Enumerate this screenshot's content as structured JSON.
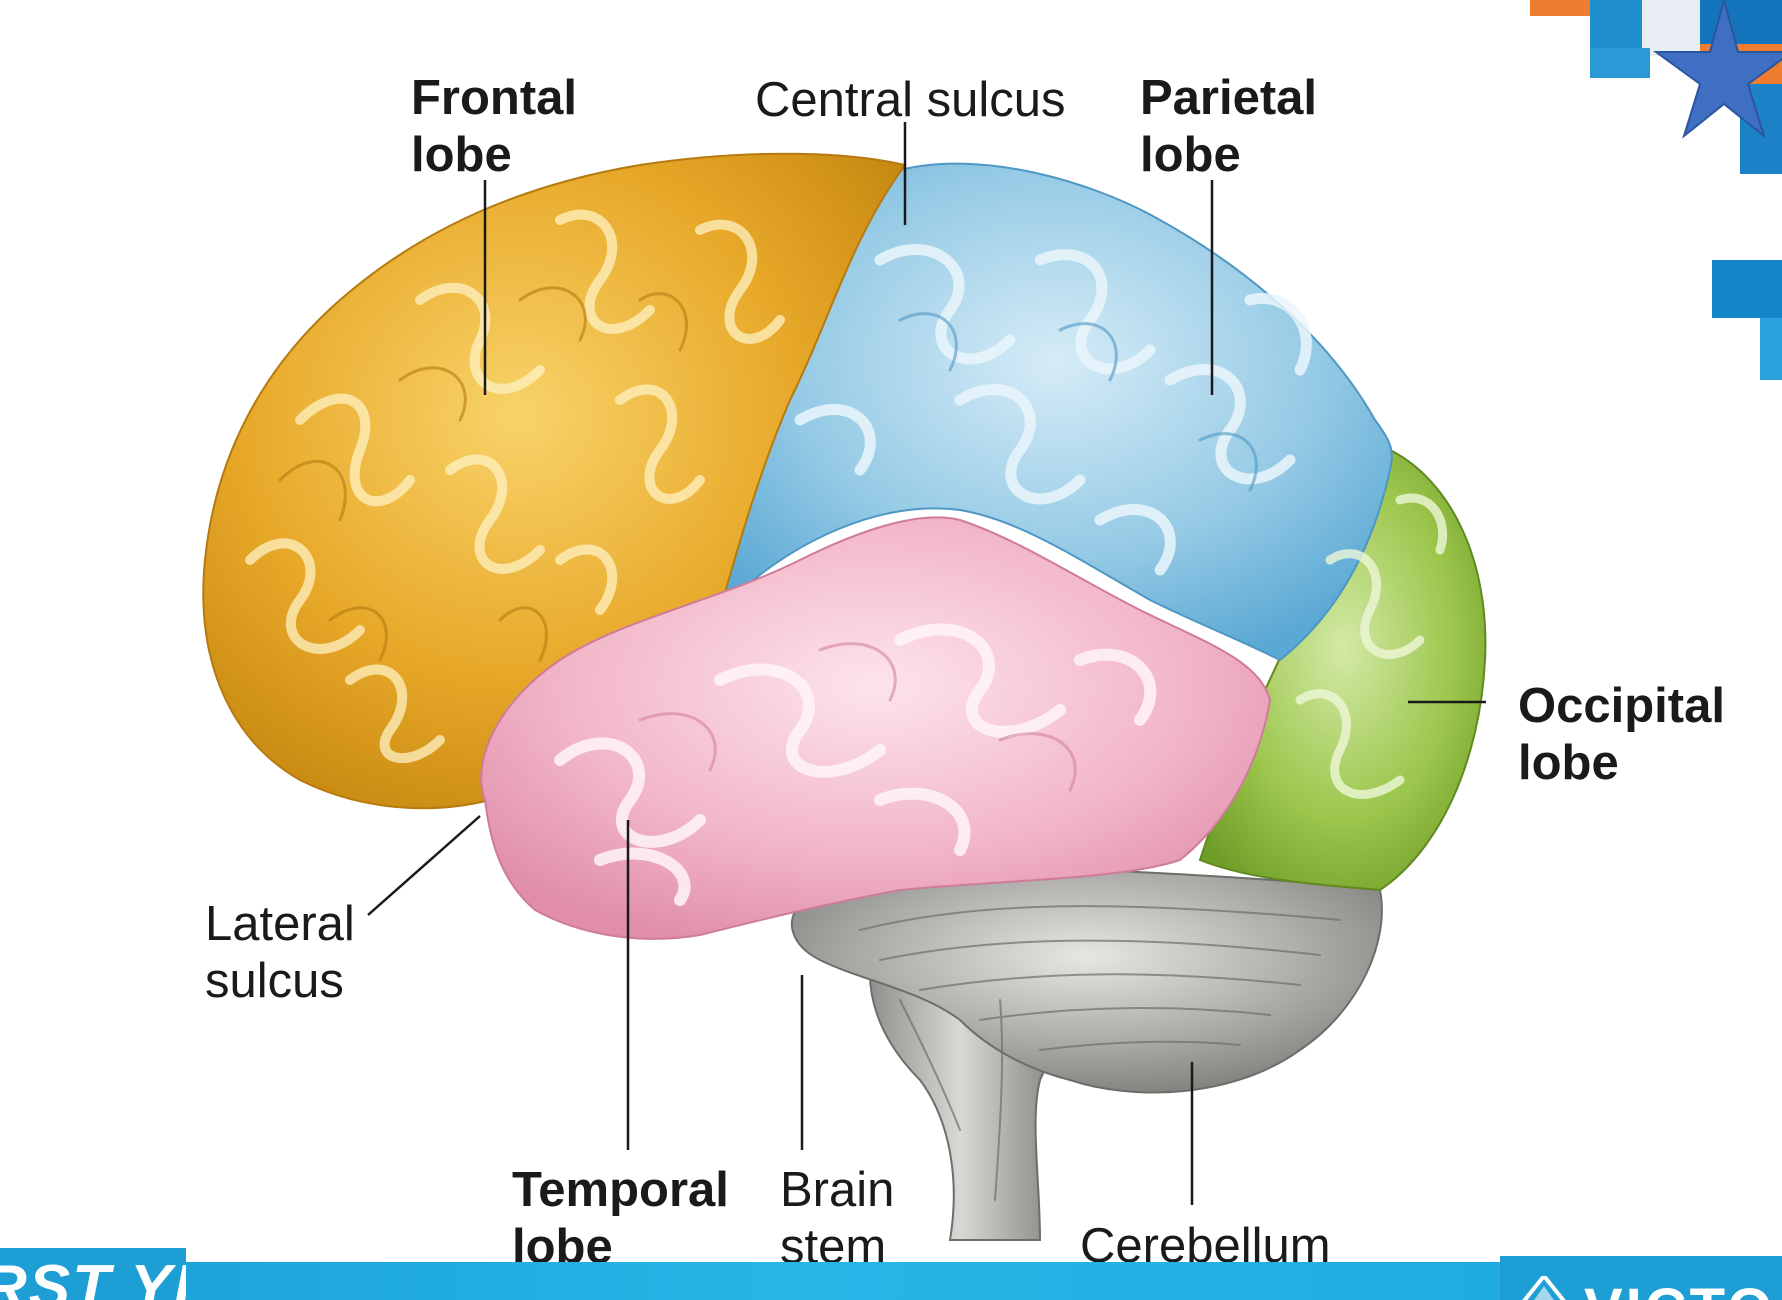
{
  "labels": {
    "frontal_lobe": [
      "Frontal",
      "lobe"
    ],
    "central_sulcus": "Central sulcus",
    "parietal_lobe": [
      "Parietal",
      "lobe"
    ],
    "occipital_lobe": [
      "Occipital",
      "lobe"
    ],
    "lateral_sulcus": [
      "Lateral",
      "sulcus"
    ],
    "temporal_lobe": [
      "Temporal",
      "lobe"
    ],
    "brain_stem": [
      "Brain",
      "stem"
    ],
    "cerebellum": "Cerebellum"
  },
  "banner": {
    "left_text": "RST YEAR",
    "right_text": "VICTO"
  },
  "colors": {
    "frontal_lobe": "#e8a92a",
    "parietal_lobe": "#8fc6e3",
    "temporal_lobe": "#f2b4c8",
    "occipital_lobe": "#8fbd3d",
    "cerebellum": "#9c9c98",
    "brain_stem": "#a6a6a2",
    "banner": "#1d9fd6",
    "accent_orange": "#ef7d2f",
    "star": "#3f6fc2"
  }
}
